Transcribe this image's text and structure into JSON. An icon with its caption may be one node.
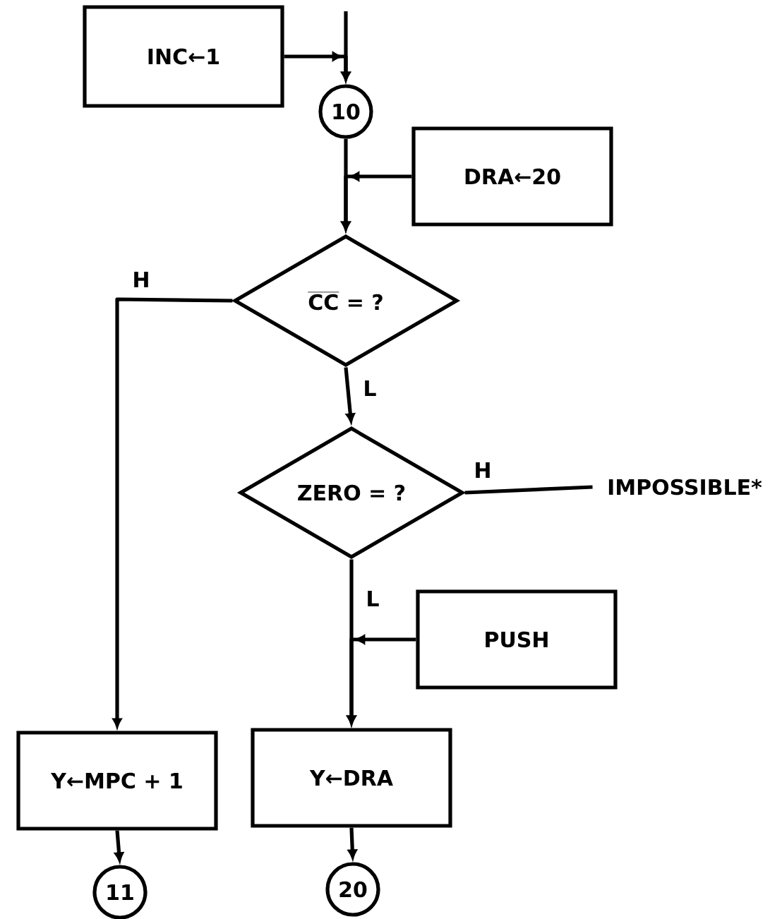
{
  "diagram": {
    "nodes": [
      {
        "text": [
          "INC←1"
        ]
      },
      {
        "text": [
          "10"
        ]
      },
      {
        "text": [
          "DRA←20"
        ]
      },
      {
        "text": [
          "\\overline{\\textbf{CC}}\\textbf{ = ?}"
        ]
      },
      {
        "text": [
          "ZERO = ?"
        ]
      },
      {
        "text": [
          "IMPOSSIBLE*"
        ]
      },
      {
        "text": [
          "PUSH"
        ]
      },
      {
        "text": [
          "Y←MPC + 1"
        ]
      },
      {
        "text": [
          "Y←DRA"
        ]
      },
      {
        "text": [
          "11"
        ]
      },
      {
        "text": [
          "20"
        ]
      }
    ],
    "edges": [
      {
        "from": null,
        "to": 1,
        "arrow": "to"
      },
      {
        "from": 0,
        "to": 1,
        "arrow": "to"
      },
      {
        "from": 1,
        "to": 3,
        "arrow": "to"
      },
      {
        "from": 2,
        "to": 3,
        "arrow": "to"
      },
      {
        "from": 3,
        "to": 7,
        "arrow": "to",
        "label": "H"
      },
      {
        "from": 3,
        "to": 4,
        "arrow": "to",
        "label": "L"
      },
      {
        "from": 4,
        "to": 5,
        "arrow": "none",
        "label": "H"
      },
      {
        "from": 4,
        "to": 8,
        "arrow": "to",
        "label": "L"
      },
      {
        "from": 6,
        "to": 8,
        "arrow": "to"
      },
      {
        "from": 7,
        "to": 9,
        "arrow": "to"
      },
      {
        "from": 8,
        "to": 10,
        "arrow": "to"
      }
    ]
  }
}
